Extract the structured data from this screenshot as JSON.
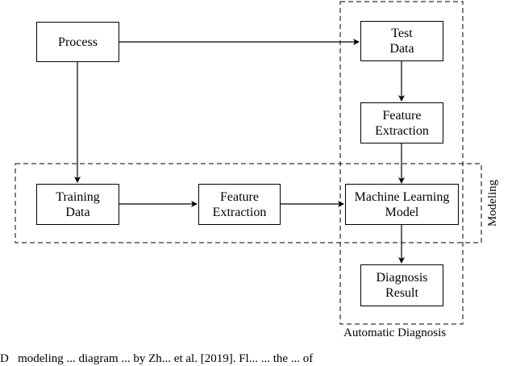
{
  "nodes": {
    "process": "Process",
    "test_data": "Test\nData",
    "feature_extraction_top": "Feature\nExtraction",
    "training_data": "Training\nData",
    "feature_extraction_bottom": "Feature\nExtraction",
    "ml_model": "Machine Learning\nModel",
    "diagnosis_result": "Diagnosis\nResult"
  },
  "regions": {
    "modeling": "Modeling",
    "automatic_diagnosis": "Automatic Diagnosis"
  },
  "caption": "D   modeling ... diagram ... by Zh... et al. [2019]. Fl... ... the ... of"
}
